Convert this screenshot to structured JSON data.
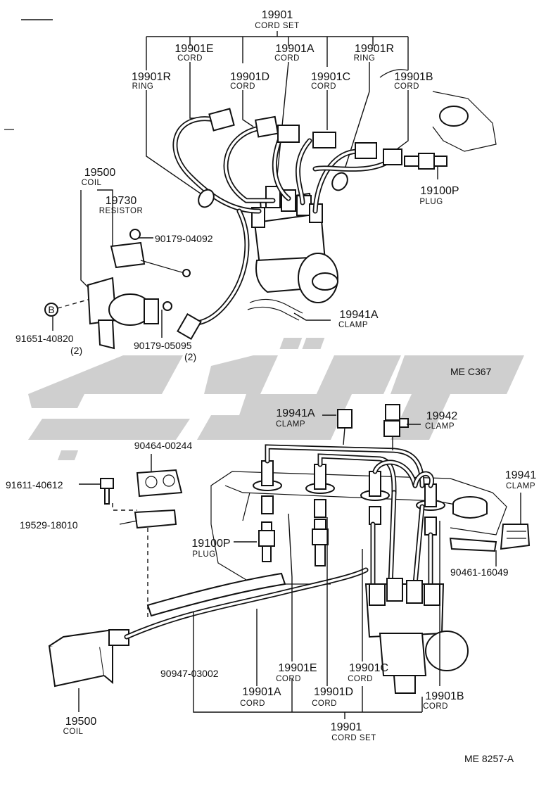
{
  "top": {
    "cordset": {
      "part": "19901",
      "label": "CORD SET"
    },
    "cord_e": {
      "part": "19901E",
      "label": "CORD"
    },
    "cord_a": {
      "part": "19901A",
      "label": "CORD"
    },
    "ring_right": {
      "part": "19901R",
      "label": "RING"
    },
    "ring_left": {
      "part": "19901R",
      "label": "RING"
    },
    "cord_d": {
      "part": "19901D",
      "label": "CORD"
    },
    "cord_c": {
      "part": "19901C",
      "label": "CORD"
    },
    "cord_b": {
      "part": "19901B",
      "label": "CORD"
    },
    "plug": {
      "part": "19100P",
      "label": "PLUG"
    },
    "coil": {
      "part": "19500",
      "label": "COIL"
    },
    "resistor": {
      "part": "19730",
      "label": "RESISTOR"
    },
    "nut_top": "90179-04092",
    "clamp": {
      "part": "19941A",
      "label": "CLAMP"
    },
    "bolt_marker": "B",
    "bolt": "91651-40820",
    "bolt_qty": "(2)",
    "nut_bottom": "90179-05095",
    "nut_bottom_qty": "(2)",
    "ref": "ME C367"
  },
  "bottom": {
    "clamp_a": {
      "part": "19941A",
      "label": "CLAMP"
    },
    "clamp_42": {
      "part": "19942",
      "label": "CLAMP"
    },
    "clamp_41": {
      "part": "19941",
      "label": "CLAMP"
    },
    "bracket": "90464-00244",
    "screw": "91611-40612",
    "block": "19529-18010",
    "plug": {
      "part": "19100P",
      "label": "PLUG"
    },
    "stay": "90461-16049",
    "tube": "90947-03002",
    "cord_e": {
      "part": "19901E",
      "label": "CORD"
    },
    "cord_c": {
      "part": "19901C",
      "label": "CORD"
    },
    "cord_a": {
      "part": "19901A",
      "label": "CORD"
    },
    "cord_d": {
      "part": "19901D",
      "label": "CORD"
    },
    "cord_b": {
      "part": "19901B",
      "label": "CORD"
    },
    "coil": {
      "part": "19500",
      "label": "COIL"
    },
    "cordset": {
      "part": "19901",
      "label": "CORD SET"
    },
    "ref": "ME 8257-A"
  }
}
